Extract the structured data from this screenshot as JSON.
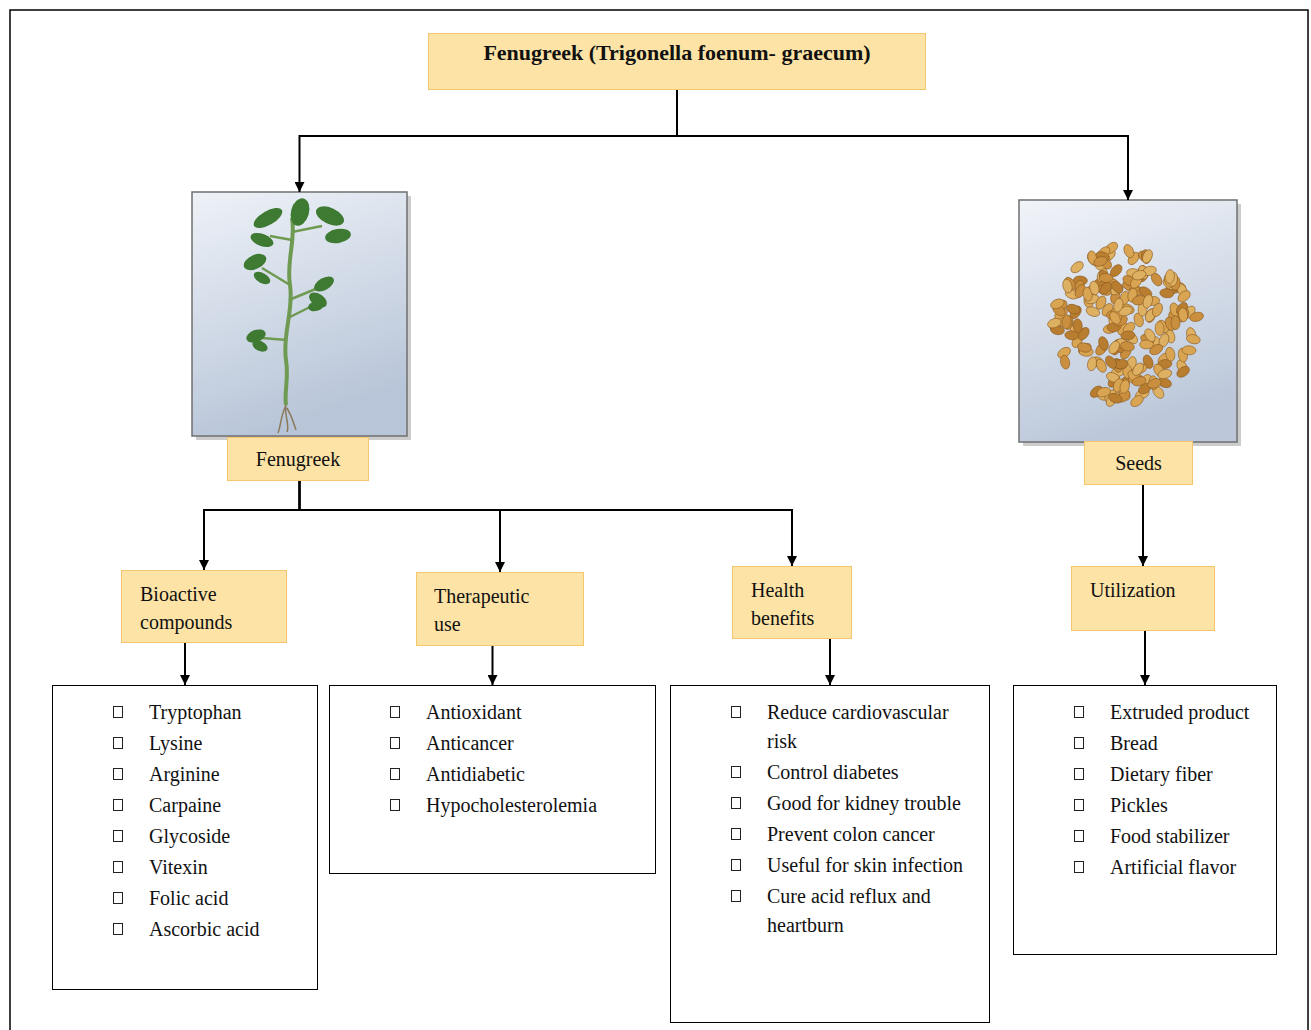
{
  "diagram": {
    "nodes": [
      {
        "text": [
          "Fenugreek (Trigonella foenum- graecum)"
        ]
      },
      {
        "text": [
          "Fenugreek"
        ]
      },
      {
        "text": [
          "Seeds"
        ]
      },
      {
        "text": [
          "Bioactive compounds"
        ]
      },
      {
        "text": [
          "Therapeutic use"
        ]
      },
      {
        "text": [
          "Health benefits"
        ]
      },
      {
        "text": [
          "Utilization"
        ]
      },
      {
        "text": [
          "Tryptophan",
          "Lysine",
          "Arginine",
          "Carpaine",
          "Glycoside",
          "Vitexin",
          "Folic acid",
          "Ascorbic acid"
        ]
      },
      {
        "text": [
          "Antioxidant",
          "Anticancer",
          "Antidiabetic",
          "Hypocholesterolemia"
        ]
      },
      {
        "text": [
          "Reduce cardiovascular risk",
          "Control diabetes",
          "Good for kidney trouble",
          "Prevent colon cancer",
          "Useful for skin infection",
          "Cure acid reflux and heartburn"
        ]
      },
      {
        "text": [
          "Extruded product",
          "Bread",
          "Dietary fiber",
          "Pickles",
          "Food stabilizer",
          "Artificial flavor"
        ]
      }
    ],
    "edges": [
      {
        "from": 0,
        "to": 1,
        "arrow": "to"
      },
      {
        "from": 0,
        "to": 2,
        "arrow": "to"
      },
      {
        "from": 1,
        "to": 3,
        "arrow": "to"
      },
      {
        "from": 1,
        "to": 4,
        "arrow": "to"
      },
      {
        "from": 1,
        "to": 5,
        "arrow": "to"
      },
      {
        "from": 2,
        "to": 6,
        "arrow": "to"
      },
      {
        "from": 3,
        "to": 7,
        "arrow": "to"
      },
      {
        "from": 4,
        "to": 8,
        "arrow": "to"
      },
      {
        "from": 5,
        "to": 9,
        "arrow": "to"
      },
      {
        "from": 6,
        "to": 10,
        "arrow": "to"
      }
    ]
  }
}
